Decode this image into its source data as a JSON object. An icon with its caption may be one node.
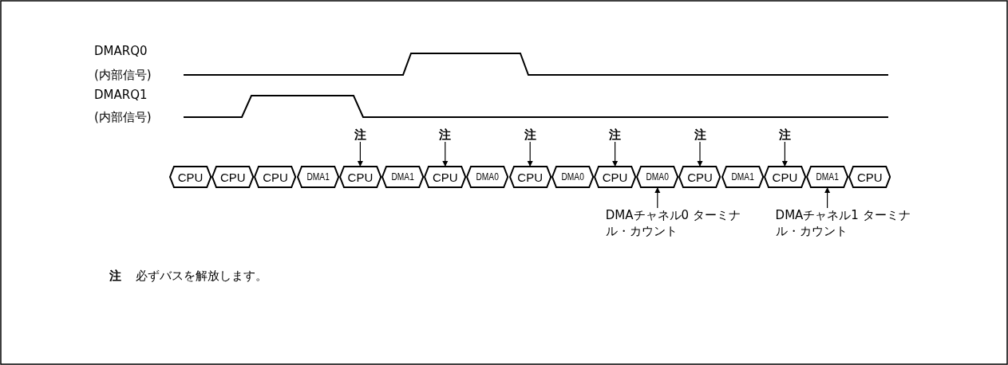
{
  "diagram": {
    "nodes": [
      {
        "text": [
          "CPU"
        ]
      },
      {
        "text": [
          "CPU"
        ]
      },
      {
        "text": [
          "CPU"
        ]
      },
      {
        "text": [
          "DMA1"
        ]
      },
      {
        "text": [
          "CPU"
        ]
      },
      {
        "text": [
          "DMA1"
        ]
      },
      {
        "text": [
          "CPU"
        ]
      },
      {
        "text": [
          "DMA0"
        ]
      },
      {
        "text": [
          "CPU"
        ]
      },
      {
        "text": [
          "DMA0"
        ]
      },
      {
        "text": [
          "CPU"
        ]
      },
      {
        "text": [
          "DMA0"
        ]
      },
      {
        "text": [
          "CPU"
        ]
      },
      {
        "text": [
          "DMA1"
        ]
      },
      {
        "text": [
          "CPU"
        ]
      },
      {
        "text": [
          "DMA1"
        ]
      },
      {
        "text": [
          "CPU"
        ]
      },
      {
        "text": [
          "注"
        ]
      },
      {
        "text": [
          "注"
        ]
      },
      {
        "text": [
          "注"
        ]
      },
      {
        "text": [
          "注"
        ]
      },
      {
        "text": [
          "注"
        ]
      },
      {
        "text": [
          "注"
        ]
      },
      {
        "text": [
          "DMAチャネル0 ターミナル・カウント"
        ]
      },
      {
        "text": [
          "DMAチャネル1 ターミナル・カウント"
        ]
      }
    ],
    "edges": [
      {
        "from": 17,
        "to": 4,
        "arrow": "to"
      },
      {
        "from": 18,
        "to": 6,
        "arrow": "to"
      },
      {
        "from": 19,
        "to": 8,
        "arrow": "to"
      },
      {
        "from": 20,
        "to": 10,
        "arrow": "to"
      },
      {
        "from": 21,
        "to": 12,
        "arrow": "to"
      },
      {
        "from": 22,
        "to": 14,
        "arrow": "to"
      },
      {
        "from": 23,
        "to": 11,
        "arrow": "to"
      },
      {
        "from": 24,
        "to": 15,
        "arrow": "to"
      }
    ],
    "labels": [
      "DMARQ0",
      "(内部信号)",
      "DMARQ1",
      "(内部信号)",
      "注",
      "必ずバスを解放します。"
    ]
  }
}
